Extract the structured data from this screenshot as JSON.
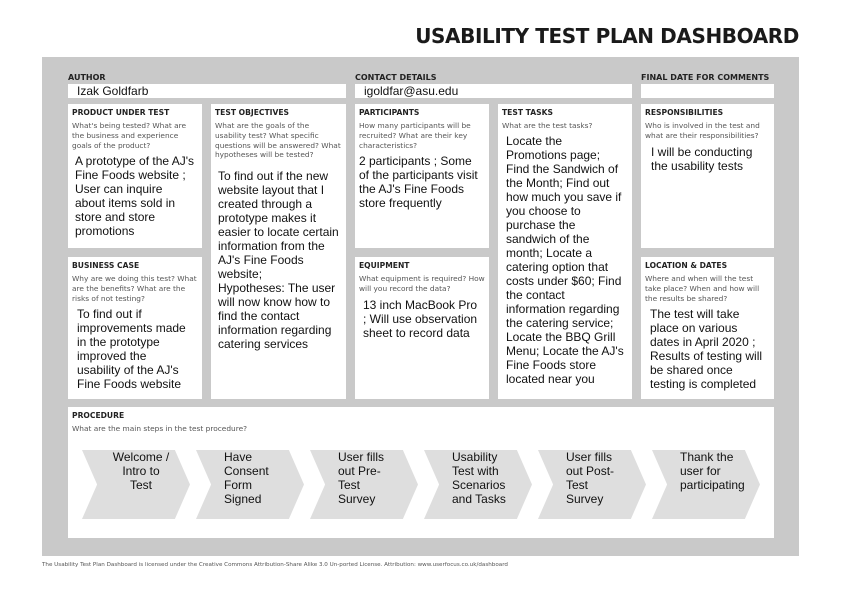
{
  "title": "USABILITY TEST PLAN DASHBOARD",
  "author": {
    "label": "AUTHOR",
    "value": "Izak Goldfarb"
  },
  "contact": {
    "label": "CONTACT DETAILS",
    "value": "igoldfar@asu.edu"
  },
  "final_date": {
    "label": "FINAL DATE FOR COMMENTS",
    "value": ""
  },
  "product": {
    "title": "PRODUCT UNDER TEST",
    "question": "What's being tested? What are the business and experience goals of the product?",
    "answer": "A prototype of the AJ's Fine Foods website ;  User can inquire about items sold in store and store promotions"
  },
  "objectives": {
    "title": "TEST OBJECTIVES",
    "question": "What are the goals of the usability test? What specific questions will be answered? What hypotheses will be tested?",
    "answer": "To find out if the new website layout that I created through a prototype makes it easier to locate certain information from the AJ's Fine Foods website;\nHypotheses: The user will now know how to find the contact information regarding catering services"
  },
  "participants": {
    "title": "PARTICIPANTS",
    "question": "How many participants will be recruited? What are their key characteristics?",
    "answer": "2 participants ; Some of the participants visit the AJ's Fine Foods store frequently"
  },
  "tasks": {
    "title": "TEST TASKS",
    "question": "What are the test tasks?",
    "answer": "Locate the Promotions page; Find the Sandwich of the Month; Find out how much you save if you choose to purchase the sandwich of the month; Locate a catering option that costs under $60; Find the contact information regarding the catering service; Locate the BBQ Grill Menu; Locate the AJ's Fine Foods store located near you"
  },
  "responsibilities": {
    "title": "RESPONSIBILITIES",
    "question": "Who is involved in the test and what are their responsibilities?",
    "answer": "I will be conducting the usability tests"
  },
  "business_case": {
    "title": "BUSINESS CASE",
    "question": "Why are we doing this test? What are the benefits? What are the risks of not testing?",
    "answer": "To find out if improvements made in the prototype improved the usability of the AJ's Fine Foods website"
  },
  "equipment": {
    "title": "EQUIPMENT",
    "question": "What equipment is required? How will you record the data?",
    "answer": "13 inch MacBook Pro ; Will use observation sheet to record data"
  },
  "location": {
    "title": "LOCATION & DATES",
    "question": "Where and when will the test take place? When and how will the results be shared?",
    "answer": "The test will take place on various dates in April 2020 ; Results of testing will be shared once testing is completed"
  },
  "procedure": {
    "title": "PROCEDURE",
    "question": "What are the main steps in the test procedure?",
    "steps": [
      "Welcome / Intro to Test",
      "Have Consent Form Signed",
      "User fills out Pre-Test Survey",
      "Usability Test with Scenarios and Tasks",
      "User fills out Post-Test Survey",
      "Thank the user for participating"
    ]
  },
  "footer": "The Usability Test Plan Dashboard is licensed under the Creative Commons Attribution-Share Alike 3.0 Un-ported License. Attribution: www.userfocus.co.uk/dashboard"
}
